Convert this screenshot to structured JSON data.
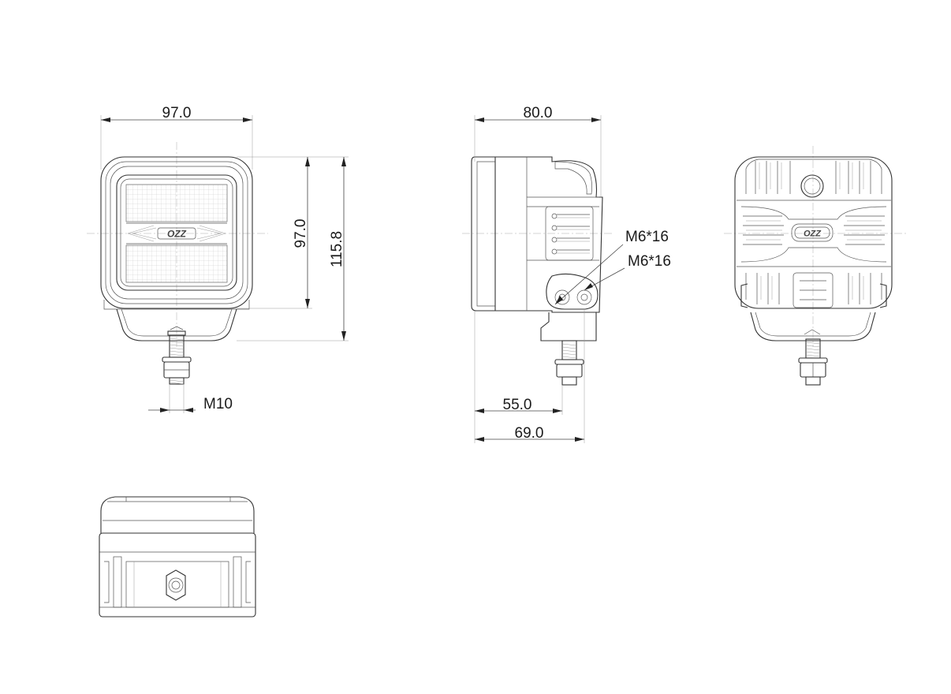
{
  "drawing": {
    "brand_logo": "OZZ",
    "dimensions": {
      "front_width": "97.0",
      "front_height": "97.0",
      "overall_height": "115.8",
      "side_depth": "80.0",
      "thread_size": "M10",
      "mount_screw_1": "M6*16",
      "mount_screw_2": "M6*16",
      "mount_offset_1": "55.0",
      "mount_offset_2": "69.0"
    }
  }
}
